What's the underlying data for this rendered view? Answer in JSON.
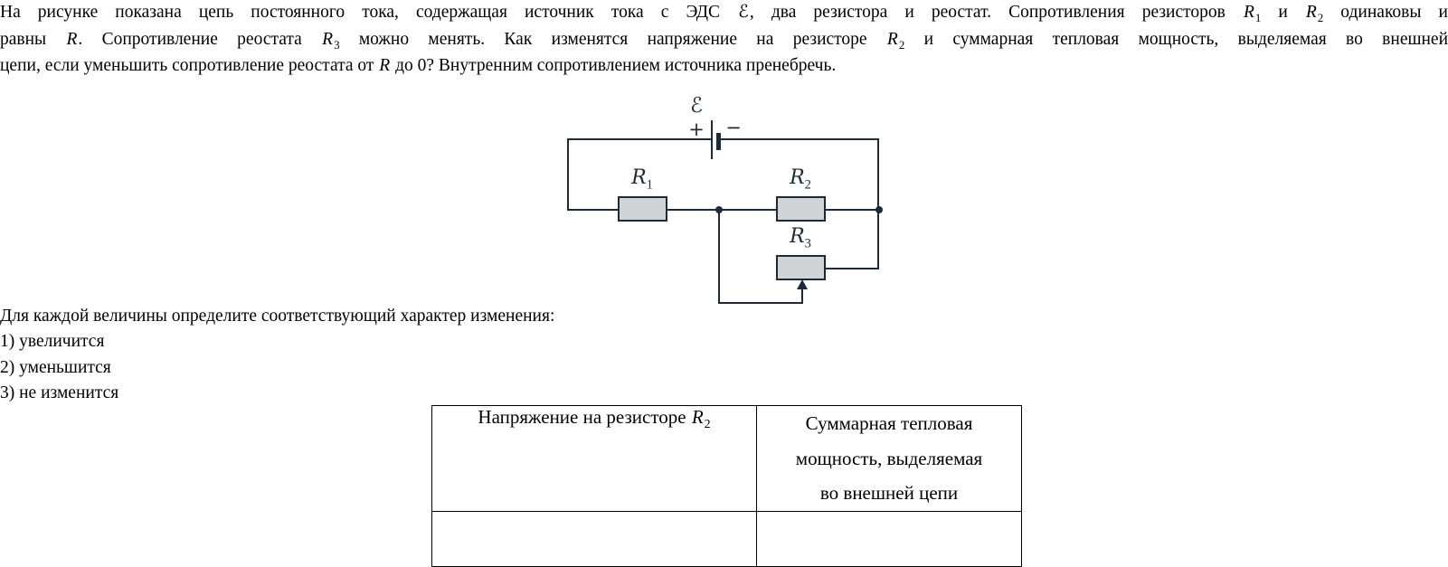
{
  "problem": {
    "lines": [
      [
        {
          "t": "На рисунке показана цепь постоянного тока, содержащая источник тока с ЭДС "
        },
        {
          "t": "ℰ",
          "style": "script"
        },
        {
          "t": ", два резистора и реостат. Сопротивления резисторов "
        },
        {
          "t": "R",
          "style": "math"
        },
        {
          "t": "1",
          "style": "sub"
        },
        {
          "t": " и "
        },
        {
          "t": "R",
          "style": "math"
        },
        {
          "t": "2",
          "style": "sub"
        },
        {
          "t": " одинаковы и"
        }
      ],
      [
        {
          "t": "равны "
        },
        {
          "t": "R",
          "style": "math"
        },
        {
          "t": ". Сопротивление реостата "
        },
        {
          "t": "R",
          "style": "math"
        },
        {
          "t": "3",
          "style": "sub"
        },
        {
          "t": " можно менять. Как изменятся напряжение на резисторе "
        },
        {
          "t": "R",
          "style": "math"
        },
        {
          "t": "2",
          "style": "sub"
        },
        {
          "t": " и суммарная тепловая мощность, выделяемая во внешней"
        }
      ],
      [
        {
          "t": "цепи, если уменьшить сопротивление реостата от "
        },
        {
          "t": "R",
          "style": "math"
        },
        {
          "t": " до 0? Внутренним сопротивлением источника пренебречь."
        }
      ]
    ]
  },
  "prompt": {
    "intro": "Для каждой величины определите соответствующий характер изменения:",
    "options": [
      "1) увеличится",
      "2) уменьшится",
      "3) не изменится"
    ]
  },
  "circuit": {
    "emf": "ℰ",
    "plus": "+",
    "minus": "−",
    "r1": {
      "base": "R",
      "sub": "1"
    },
    "r2": {
      "base": "R",
      "sub": "2"
    },
    "r3": {
      "base": "R",
      "sub": "3"
    },
    "colors": {
      "stroke": "#1d2b39",
      "resistor_fill": "#d0d4d7"
    }
  },
  "table": {
    "header_voltage": [
      {
        "t": "Напряжение на резисторе "
      },
      {
        "t": "R",
        "style": "math"
      },
      {
        "t": "2",
        "style": "sub"
      }
    ],
    "header_power_lines": [
      "Суммарная тепловая",
      "мощность, выделяемая",
      "во внешней цепи"
    ]
  }
}
